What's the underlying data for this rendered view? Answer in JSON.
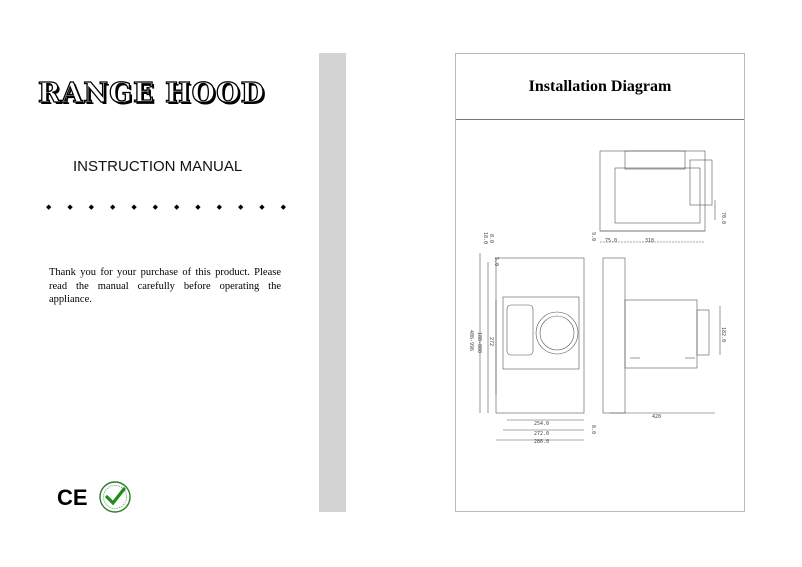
{
  "cover": {
    "title": "RANGE HOOD",
    "subtitle": "INSTRUCTION MANUAL",
    "bullets": [
      "◆",
      "◆",
      "◆",
      "◆",
      "◆",
      "◆",
      "◆",
      "◆",
      "◆",
      "◆",
      "◆",
      "◆"
    ],
    "intro": "Thank you for your purchase of this product. Please read the manual carefully before operating the appliance.",
    "ce_mark": "CE"
  },
  "diagram_page": {
    "title": "Installation Diagram",
    "dimensions": {
      "top_width": "318",
      "top_offset": "75.0",
      "top_side": "70.0",
      "depth": "420",
      "side_height": "182.0",
      "inner_height": "272",
      "outer_heights": "406-996",
      "mid_heights": "188-888",
      "small_a": "18.0",
      "small_b": "8.0",
      "small_c": "5.0",
      "bottom_1": "254.0",
      "bottom_2": "272.0",
      "bottom_3": "286.0",
      "bottom_gap": "8.0",
      "mid_gap": "9.0"
    }
  }
}
